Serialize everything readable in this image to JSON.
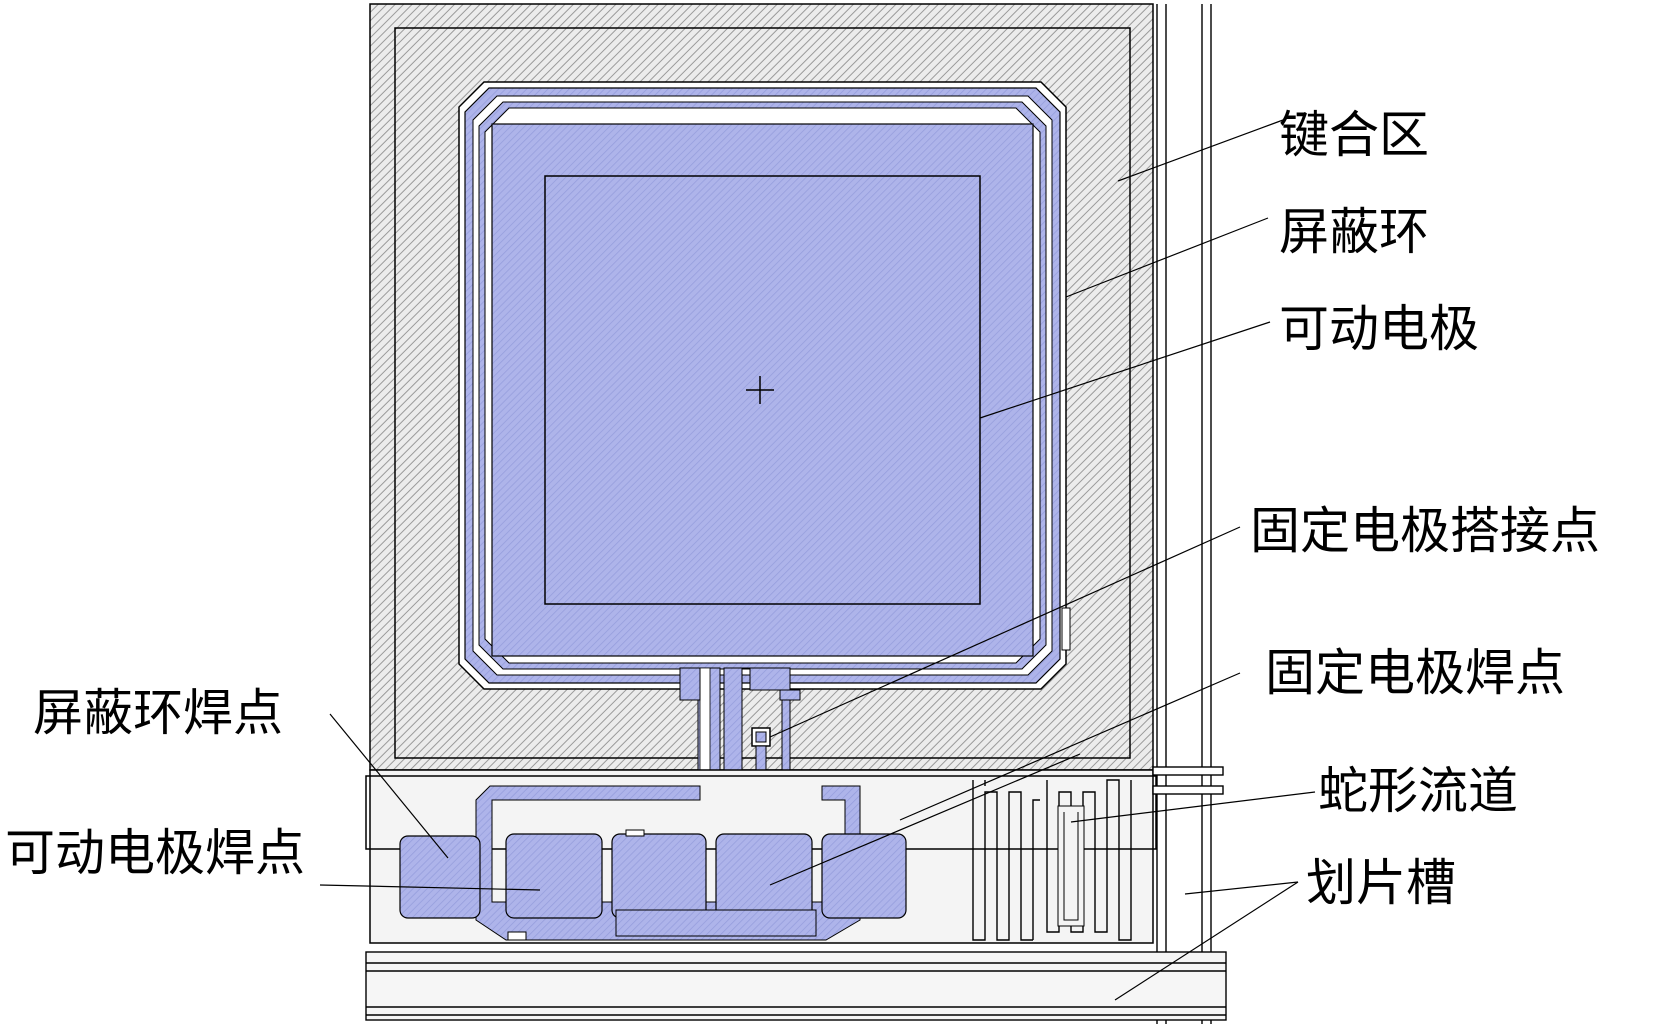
{
  "labels": {
    "bonding_area": "键合区",
    "shield_ring": "屏蔽环",
    "movable_electrode": "可动电极",
    "fixed_electrode_lap_point": "固定电极搭接点",
    "fixed_electrode_pad": "固定电极焊点",
    "shield_ring_pad": "屏蔽环焊点",
    "serpentine_channel": "蛇形流道",
    "movable_electrode_pad": "可动电极焊点",
    "dicing_groove": "划片槽"
  },
  "colors": {
    "electrode_fill": "#aab0e6",
    "electrode_hatch": "#8e96d8",
    "metal_hatch": "#a6a6a6",
    "line": "#000000",
    "background": "#ffffff"
  }
}
